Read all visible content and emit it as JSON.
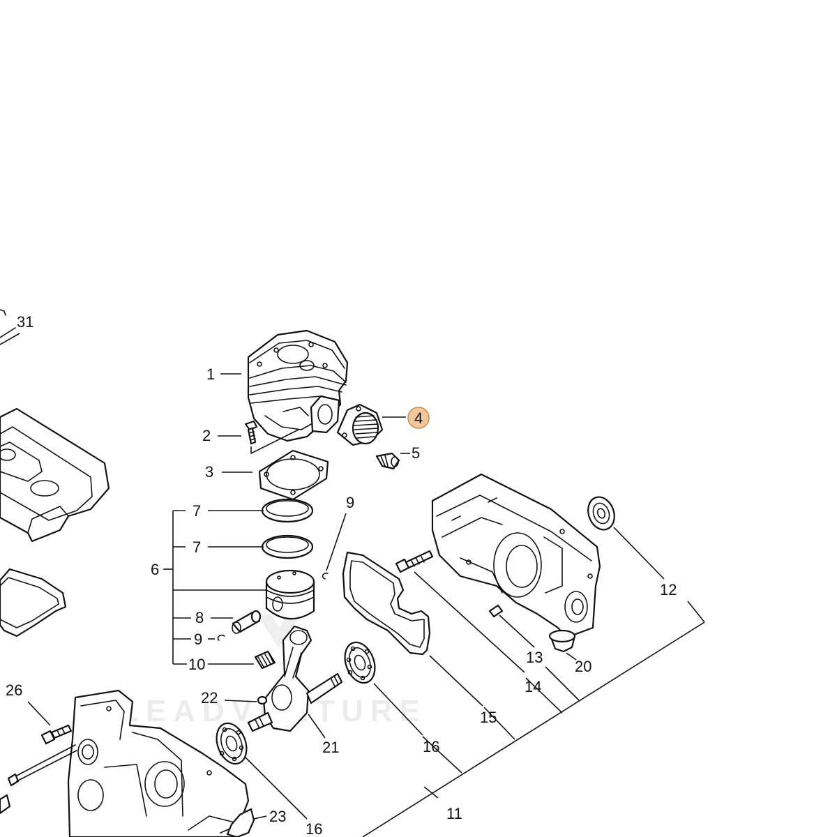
{
  "watermark": {
    "text": "LEADVENTURE"
  },
  "highlight": {
    "label_id": "4",
    "fill": "#f2c79e",
    "stroke": "#d0874a"
  },
  "callouts": [
    {
      "id": "31",
      "text": "31"
    },
    {
      "id": "1",
      "text": "1"
    },
    {
      "id": "2",
      "text": "2"
    },
    {
      "id": "3",
      "text": "3"
    },
    {
      "id": "4",
      "text": "4"
    },
    {
      "id": "5",
      "text": "5"
    },
    {
      "id": "6",
      "text": "6"
    },
    {
      "id": "7a",
      "text": "7"
    },
    {
      "id": "7b",
      "text": "7"
    },
    {
      "id": "8",
      "text": "8"
    },
    {
      "id": "9a",
      "text": "9"
    },
    {
      "id": "9b",
      "text": "9"
    },
    {
      "id": "10",
      "text": "10"
    },
    {
      "id": "11",
      "text": "11"
    },
    {
      "id": "12",
      "text": "12"
    },
    {
      "id": "13",
      "text": "13"
    },
    {
      "id": "14",
      "text": "14"
    },
    {
      "id": "15",
      "text": "15"
    },
    {
      "id": "16a",
      "text": "16"
    },
    {
      "id": "16b",
      "text": "16"
    },
    {
      "id": "20",
      "text": "20"
    },
    {
      "id": "21",
      "text": "21"
    },
    {
      "id": "22",
      "text": "22"
    },
    {
      "id": "23",
      "text": "23"
    },
    {
      "id": "26",
      "text": "26"
    }
  ]
}
